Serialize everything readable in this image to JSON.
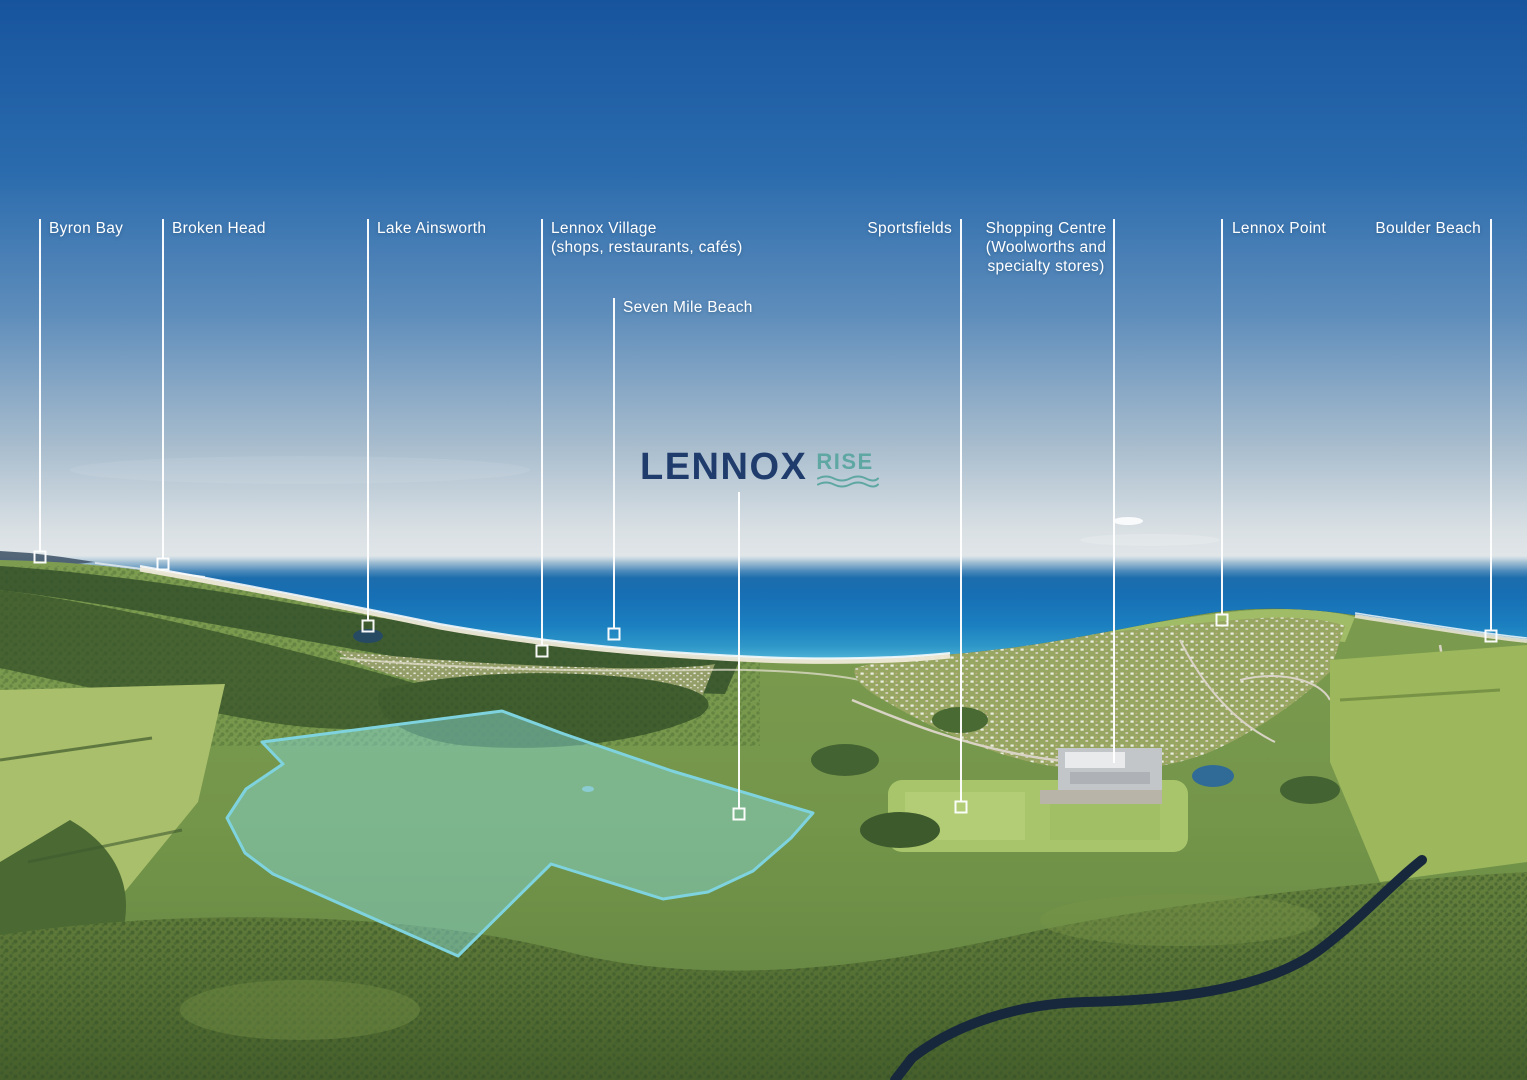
{
  "logo": {
    "primary": "LENNOX",
    "secondary": "RISE"
  },
  "labels": {
    "byron_bay": {
      "line1": "Byron Bay"
    },
    "broken_head": {
      "line1": "Broken Head"
    },
    "lake_ainsworth": {
      "line1": "Lake Ainsworth"
    },
    "lennox_village": {
      "line1": "Lennox Village",
      "line2": "(shops, restaurants, cafés)"
    },
    "seven_mile_beach": {
      "line1": "Seven Mile Beach"
    },
    "sportsfields": {
      "line1": "Sportsfields"
    },
    "shopping_centre": {
      "line1": "Shopping Centre",
      "line2": "(Woolworths and",
      "line3": "specialty stores)"
    },
    "lennox_point": {
      "line1": "Lennox Point"
    },
    "boulder_beach": {
      "line1": "Boulder Beach"
    }
  },
  "colors": {
    "label_text": "#ffffff",
    "leader_line": "#ffffff",
    "site_overlay_fill": "#86d6cd",
    "site_overlay_stroke": "#7ed3de",
    "logo_navy": "#1f3c6d",
    "logo_teal": "#5fa7a2",
    "sky_top": "#17549e",
    "ocean_deep": "#1b79bd",
    "ocean_shore": "#55b7d8"
  }
}
